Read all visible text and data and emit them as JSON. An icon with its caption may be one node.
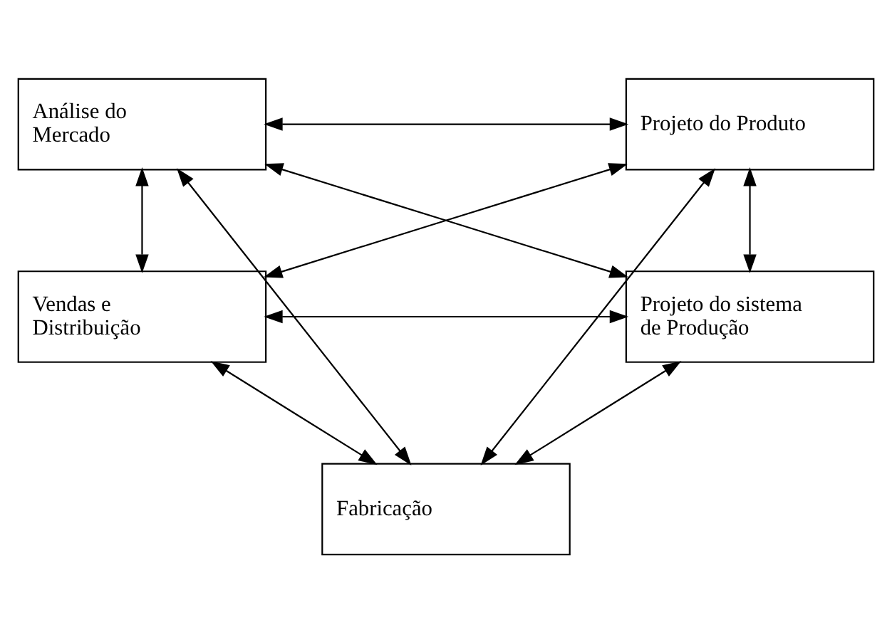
{
  "diagram": {
    "nodes": [
      {
        "text": [
          "Análise do Mercado"
        ]
      },
      {
        "text": [
          "Projeto do Produto"
        ]
      },
      {
        "text": [
          "Vendas e Distribuição"
        ]
      },
      {
        "text": [
          "Projeto do sistema de Produção"
        ]
      },
      {
        "text": [
          "Fabricação"
        ]
      }
    ],
    "edges": [
      {
        "from": 0,
        "to": 1,
        "arrow": "both"
      },
      {
        "from": 0,
        "to": 2,
        "arrow": "both"
      },
      {
        "from": 0,
        "to": 3,
        "arrow": "both"
      },
      {
        "from": 0,
        "to": 4,
        "arrow": "both"
      },
      {
        "from": 1,
        "to": 2,
        "arrow": "both"
      },
      {
        "from": 1,
        "to": 3,
        "arrow": "both"
      },
      {
        "from": 1,
        "to": 4,
        "arrow": "both"
      },
      {
        "from": 2,
        "to": 3,
        "arrow": "both"
      },
      {
        "from": 2,
        "to": 4,
        "arrow": "both"
      },
      {
        "from": 3,
        "to": 4,
        "arrow": "both"
      }
    ]
  }
}
